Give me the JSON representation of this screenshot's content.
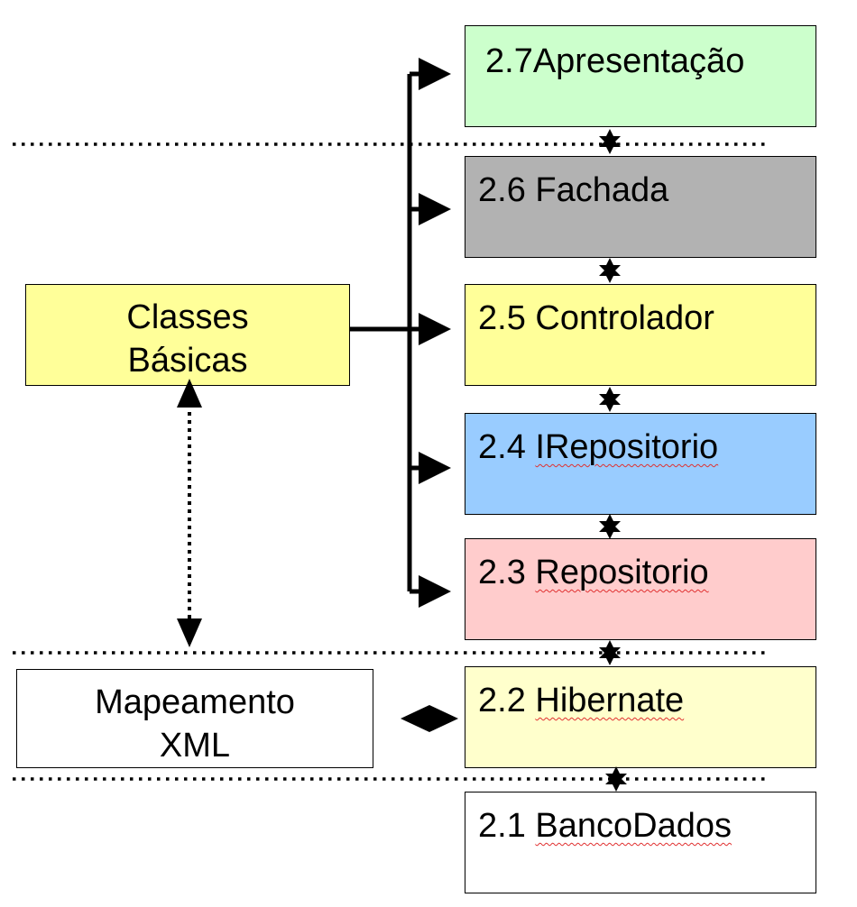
{
  "layers": [
    {
      "id": "apresentacao",
      "number": "2.7",
      "name": "Apresentação",
      "separator": "",
      "color": "#ccffcc",
      "spellcheck": false
    },
    {
      "id": "fachada",
      "number": "2.6",
      "name": "Fachada",
      "separator": " ",
      "color": "#b2b2b2",
      "spellcheck": false
    },
    {
      "id": "controlador",
      "number": "2.5",
      "name": "Controlador",
      "separator": " ",
      "color": "#ffff99",
      "spellcheck": false
    },
    {
      "id": "irepositorio",
      "number": "2.4",
      "name": "IRepositorio",
      "separator": " ",
      "color": "#99ccff",
      "spellcheck": true
    },
    {
      "id": "repositorio",
      "number": "2.3",
      "name": "Repositorio",
      "separator": " ",
      "color": "#ffcccc",
      "spellcheck": true
    },
    {
      "id": "hibernate",
      "number": "2.2",
      "name": "Hibernate",
      "separator": " ",
      "color": "#ffffcc",
      "spellcheck": true
    },
    {
      "id": "bancodados",
      "number": "2.1",
      "name": "BancoDados",
      "separator": " ",
      "color": "#ffffff",
      "spellcheck": true
    }
  ],
  "side_boxes": {
    "classes_basicas": {
      "label": "Classes\nBásicas",
      "color": "#ffff99"
    },
    "mapeamento_xml": {
      "label": "Mapeamento\nXML",
      "color": "#ffffff"
    }
  }
}
